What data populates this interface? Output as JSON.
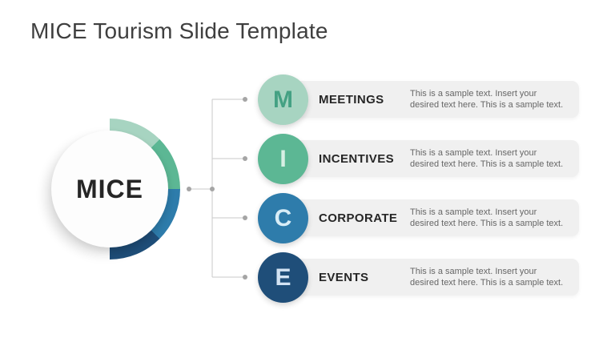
{
  "title": "MICE Tourism Slide Template",
  "center": {
    "label": "MICE"
  },
  "rows": [
    {
      "letter": "M",
      "label": "MEETINGS",
      "description": [
        "This is a sample text. Insert your",
        "desired text here. This is a sample text."
      ],
      "circle_color": "#a7d4c1",
      "letter_color": "#44a183"
    },
    {
      "letter": "I",
      "label": "INCENTIVES",
      "description": [
        "This is a sample text. Insert your",
        "desired text here. This is a sample text."
      ],
      "circle_color": "#5cb794",
      "letter_color": "#d7efe4"
    },
    {
      "letter": "C",
      "label": "CORPORATE",
      "description": [
        "This is a sample text. Insert your",
        "desired text here. This is a sample text."
      ],
      "circle_color": "#2e7cab",
      "letter_color": "#d8edf7"
    },
    {
      "letter": "E",
      "label": "EVENTS",
      "description": [
        "This is a sample text. Insert your",
        "desired text here. This is a sample text."
      ],
      "circle_color": "#1f4e79",
      "letter_color": "#d3e3f3"
    }
  ],
  "colors": {
    "title_text": "#3f3f3f",
    "center_text": "#262626",
    "label_text": "#262626",
    "description_text": "#666666",
    "bar_bg": "#f0f0f0",
    "connector_line": "#cacaca",
    "connector_dot": "#a5a5a5"
  }
}
